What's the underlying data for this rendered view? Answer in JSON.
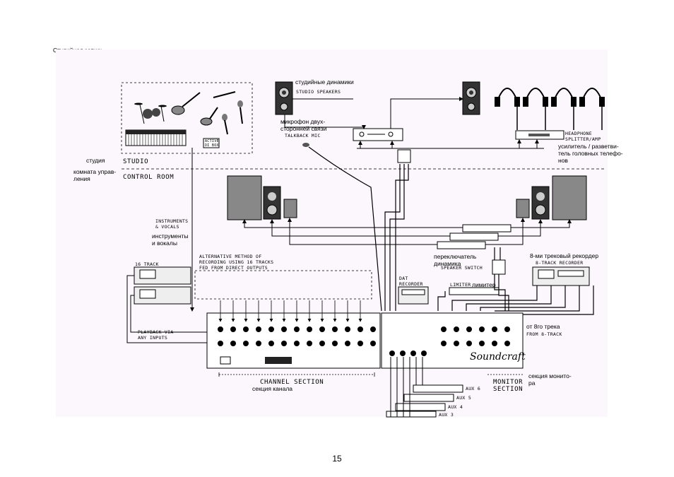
{
  "header": {
    "title": "Студийная запись"
  },
  "page_number": "15",
  "labels": {
    "studio_speakers_ru": "студийные  динамики",
    "studio_speakers_en": "STUDIO SPEAKERS",
    "talkback_ru": "микрофон двух-\nсторонней связи",
    "talkback_en": "TALKBACK MIC",
    "headphone_en": "HEADPHONE\nSPLITTER/AMP",
    "headphone_ru": "усилитель / разветви-\nтель головных телефо-\nнов",
    "studio_ru": "студия",
    "studio_en": "STUDIO",
    "control_room_ru": "комната управ-\nления",
    "control_room_en": "CONTROL ROOM",
    "active_dibox": "ACTIVE\nDI BOX",
    "instruments_en": "INSTRUMENTS\n& VOCALS",
    "instruments_ru": "инструменты\nи вокалы",
    "alt_method_en": "ALTERNATIVE METHOD OF\nRECORDING USING 16 TRACKS\nFED FROM DIRECT OUTPUTS",
    "track16_en": "16 TRACK",
    "playback_en": "PLAYBACK VIA\nANY INPUTS",
    "speaker_switch_ru": "переключатель\nдинамика",
    "speaker_switch_en": "SPEAKER SWITCH",
    "dat_en": "DAT\nRECORDER",
    "limiter_en": "LIMITER",
    "limiter_ru": "лимитер",
    "recorder8_ru": "8-ми трековый рекордер",
    "recorder8_en": "8-TRACK RECORDER",
    "from8_ru": "от 8го трека",
    "from8_en": "FROM 8-TRACK",
    "channel_en": "CHANNEL SECTION",
    "channel_ru": "секция канала",
    "monitor_en": "MONITOR\nSECTION",
    "monitor_ru": "секция монито-\nра",
    "aux6": "AUX 6",
    "aux5": "AUX 5",
    "aux4": "AUX 4",
    "aux3": "AUX 3",
    "brand": "Soundcraft"
  }
}
